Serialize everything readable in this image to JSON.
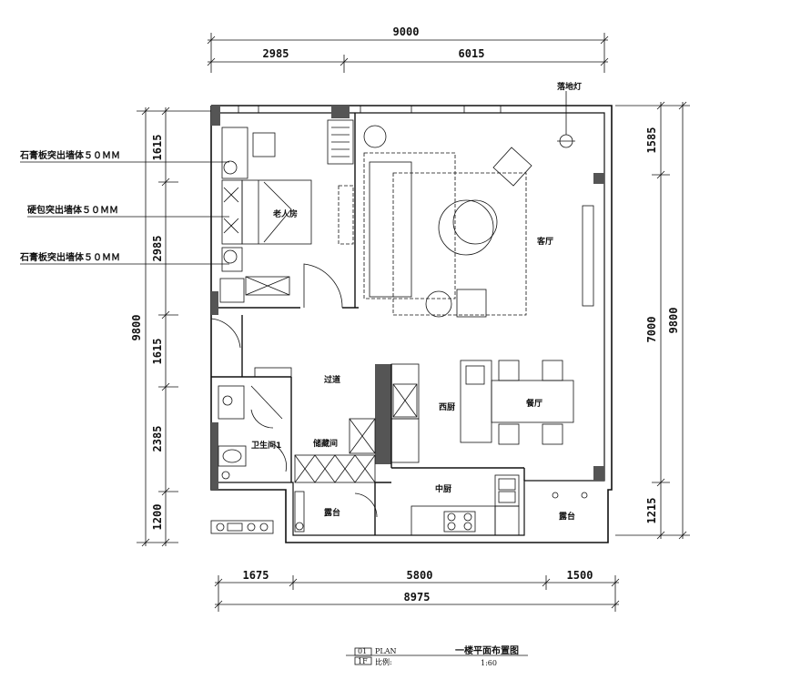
{
  "dimensions": {
    "top_total": "9000",
    "top_left": "2985",
    "top_right": "6015",
    "left_total": "9800",
    "left_1": "1615",
    "left_2": "2985",
    "left_3": "1615",
    "left_4": "2385",
    "left_5": "1200",
    "right_total": "9800",
    "right_1": "1585",
    "right_2": "7000",
    "right_3": "1215",
    "bottom_1": "1675",
    "bottom_2": "5800",
    "bottom_3": "1500",
    "bottom_total": "8975"
  },
  "annotations": {
    "gypsum_1": "石膏板突出墙体５０ＭＭ",
    "hardpack": "硬包突出墙体５０ＭＭ",
    "gypsum_2": "石膏板突出墙体５０ＭＭ",
    "floor_lamp": "落地灯"
  },
  "rooms": {
    "elder_room": "老人房",
    "living_room": "客厅",
    "corridor": "过道",
    "western_kitchen": "西厨",
    "dining_room": "餐厅",
    "bathroom": "卫生间1",
    "storage": "储藏间",
    "chinese_kitchen": "中厨",
    "balcony_left": "露台",
    "balcony_right": "露台"
  },
  "title_block": {
    "number": "01",
    "plan": "PLAN",
    "floor": "1F",
    "scale_label": "比例:",
    "title": "一楼平面布置图",
    "scale": "1:60"
  }
}
